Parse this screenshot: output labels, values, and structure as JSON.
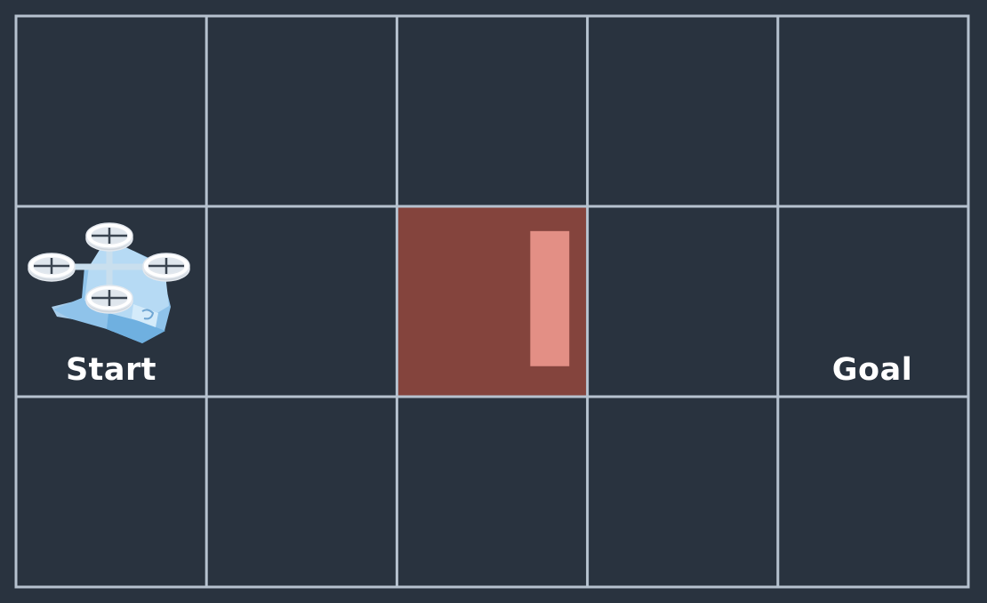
{
  "grid": {
    "rows": 3,
    "cols": 5,
    "background_color": "#29333f",
    "line_color": "#b6c2cf"
  },
  "obstacle": {
    "row": 1,
    "col": 2,
    "fill_color": "#84443d",
    "inner_color": "#e38f85"
  },
  "start": {
    "label": "Start",
    "row": 1,
    "col": 0,
    "icon": "drone-icon"
  },
  "goal": {
    "label": "Goal",
    "row": 1,
    "col": 4
  }
}
